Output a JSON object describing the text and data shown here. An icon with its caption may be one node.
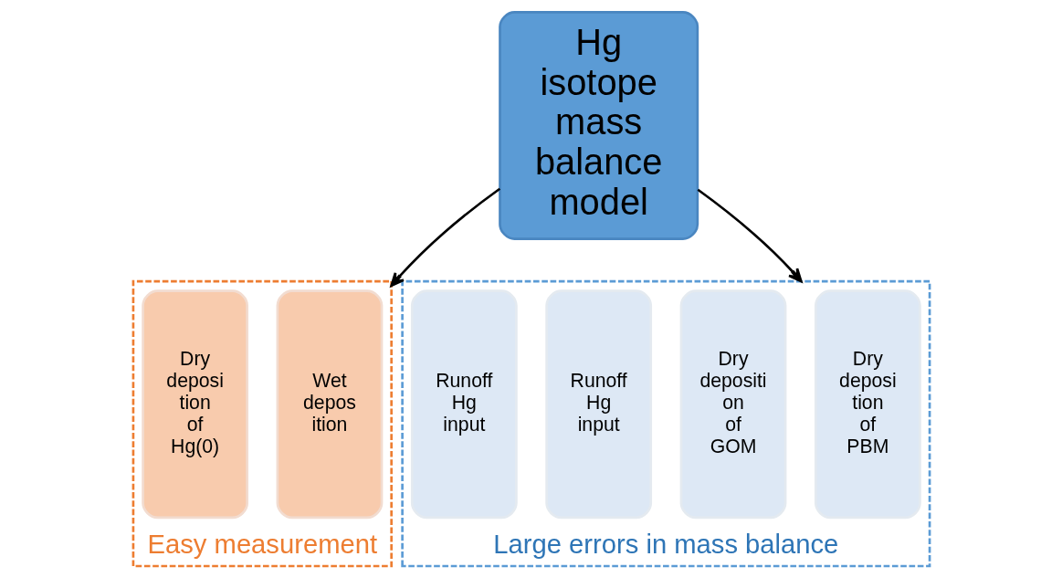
{
  "diagram": {
    "nodes": [
      {
        "text": [
          "Hg isotope mass balance model"
        ]
      },
      {
        "text": [
          "Easy measurement"
        ]
      },
      {
        "text": [
          "Wet depos ition"
        ],
        "in": 1
      },
      {
        "text": [
          "Dry deposi tion of Hg(0)"
        ],
        "in": 1
      },
      {
        "text": [
          "Large errors in mass balance"
        ]
      },
      {
        "text": [
          "Dry deposi tion of PBM"
        ],
        "in": 4
      },
      {
        "text": [
          "Dry depositi on of GOM"
        ],
        "in": 4
      },
      {
        "text": [
          "Runoff Hg input"
        ],
        "in": 4
      },
      {
        "text": [
          "Runoff Hg input"
        ],
        "in": 4
      }
    ],
    "edges": [
      {
        "from": 0,
        "to": 1,
        "arrow": "to"
      },
      {
        "from": 0,
        "to": 4,
        "arrow": "to"
      }
    ]
  }
}
